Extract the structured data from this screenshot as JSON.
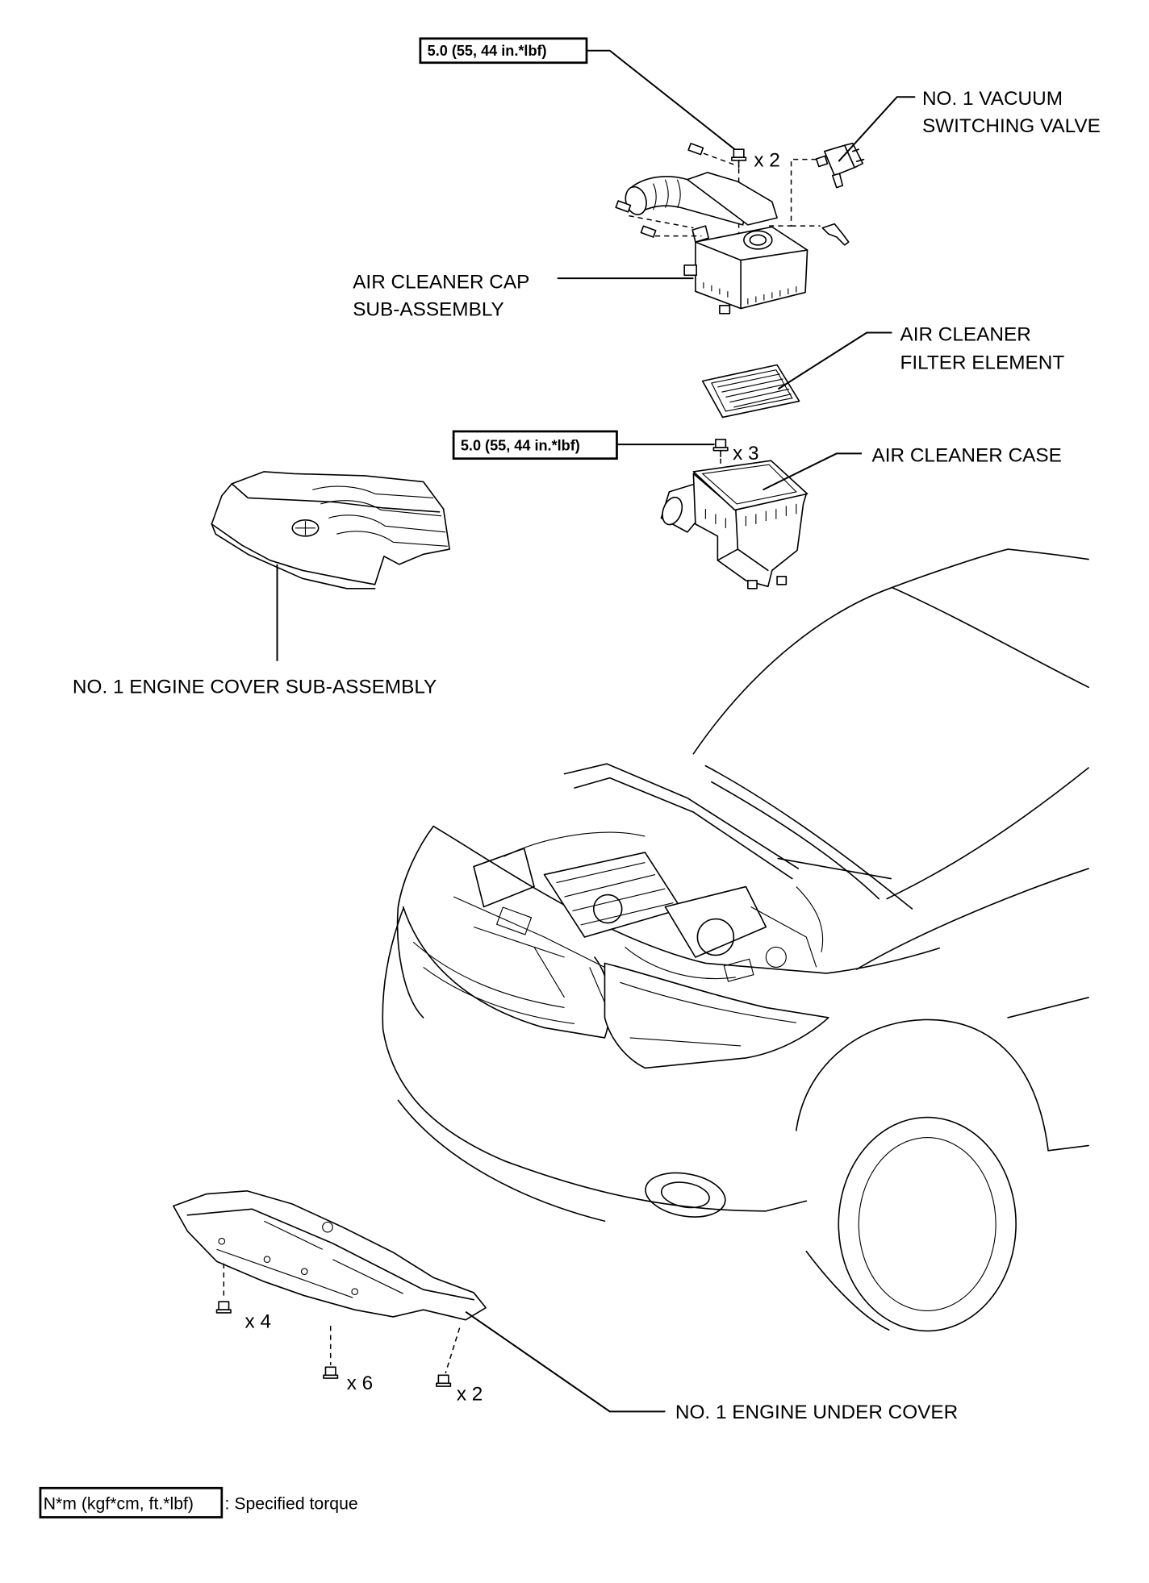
{
  "torque_callouts": [
    {
      "value": "5.0 (55, 44 in.*lbf)"
    },
    {
      "value": "5.0 (55, 44 in.*lbf)"
    }
  ],
  "parts": {
    "vacuum_switching_valve": {
      "line1": "NO. 1 VACUUM",
      "line2": "SWITCHING VALVE"
    },
    "air_cleaner_cap": {
      "line1": "AIR CLEANER CAP",
      "line2": "SUB-ASSEMBLY"
    },
    "air_cleaner_filter": {
      "line1": "AIR CLEANER",
      "line2": "FILTER ELEMENT"
    },
    "air_cleaner_case": {
      "label": "AIR CLEANER CASE"
    },
    "engine_cover": {
      "label": "NO. 1 ENGINE COVER SUB-ASSEMBLY"
    },
    "engine_under_cover": {
      "label": "NO. 1 ENGINE UNDER COVER"
    }
  },
  "fastener_quantities": {
    "cap_bolts": "x 2",
    "case_bolts": "x 3",
    "under_cover_left": "x 4",
    "under_cover_middle": "x 6",
    "under_cover_right": "x 2"
  },
  "legend": {
    "symbol": "N*m (kgf*cm, ft.*lbf)",
    "description": ": Specified torque"
  }
}
